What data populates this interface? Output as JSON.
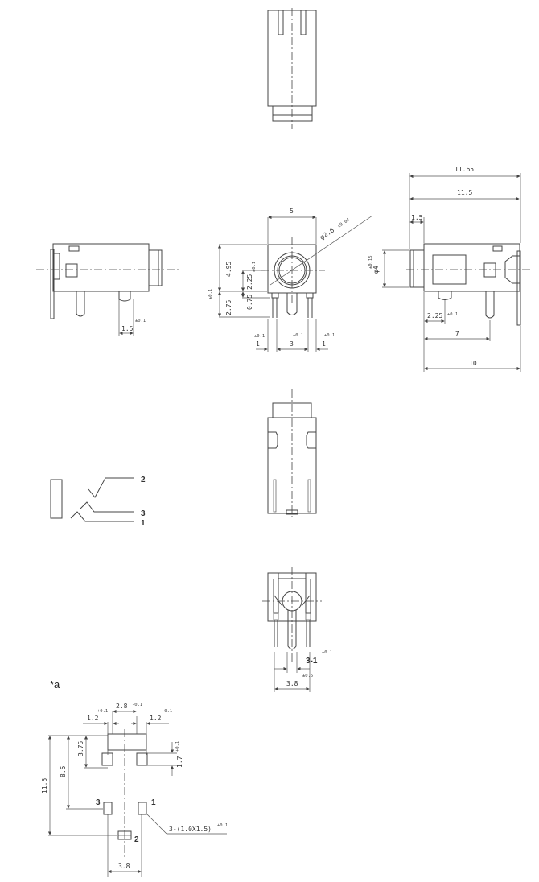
{
  "drawing": {
    "subject": "phone jack mechanical drawing",
    "units": "mm",
    "note_label": "*a"
  },
  "front_view": {
    "width": "5",
    "height_upper": "4.95",
    "height_upper_tol": "±0.1",
    "total_tol": "±0.1",
    "height_lower": "2.75",
    "bore_offset": "2.25",
    "pin_offset": "0.75",
    "diameter": "φ2.6",
    "diameter_tol": "±0.04",
    "pitch_left": "1",
    "pitch_left_tol": "±0.1",
    "pitch_center": "3",
    "pitch_center_tol": "±0.1",
    "pitch_right": "1",
    "pitch_right_tol": "±0.1"
  },
  "left_side_view": {
    "pin_width": "1.5",
    "pin_width_tol": "±0.1"
  },
  "right_side_view": {
    "overall_length": "11.65",
    "body_length": "11.5",
    "nose_length": "1.5",
    "nose_diameter": "φ4",
    "nose_diameter_tol": "±0.15",
    "pin1_offset": "2.25",
    "pin1_offset_tol": "±0.1",
    "pin2_offset": "7",
    "pin3_offset": "10"
  },
  "schematic": {
    "pins": [
      "2",
      "3",
      "1"
    ]
  },
  "rear_view": {
    "pin_label": "3-1",
    "pin_label_tol": "±0.1",
    "pin_tol": "±0.5",
    "span": "3.8"
  },
  "footprint": {
    "pad_width_left": "1.2",
    "pad_width_left_tol": "+0.1",
    "pad_gap": "2.8",
    "pad_gap_tol": "-0.1",
    "pad_width_right": "1.2",
    "pad_width_right_tol": "+0.1",
    "pad_row_offset": "3.75",
    "pad_height": "1.7",
    "pad_height_tol": "+0.1",
    "pin_row_offset": "8.5",
    "total_offset": "11.5",
    "pin_labels": [
      "3",
      "1",
      "2"
    ],
    "hole_callout": "3-(1.0X1.5)",
    "hole_callout_tol": "+0.1",
    "pin_span": "3.8"
  }
}
